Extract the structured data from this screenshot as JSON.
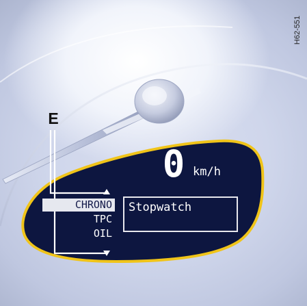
{
  "figure": {
    "reference_code": "H62-551",
    "callout_label": "E"
  },
  "speed": {
    "value": "0",
    "unit": "km/h"
  },
  "menu": {
    "items": [
      {
        "label": "CHRONO",
        "selected": true
      },
      {
        "label": "TPC",
        "selected": false
      },
      {
        "label": "OIL",
        "selected": false
      }
    ],
    "scroll_up_icon": "triangle-up-icon",
    "scroll_down_icon": "triangle-down-icon"
  },
  "function_panel": {
    "label": "Stopwatch"
  },
  "colors": {
    "display_background": "#0d1640",
    "display_border": "#f0c419",
    "bezel": "#c9d0e6",
    "text": "#ffffff",
    "selection_bar": "#e6e8ef",
    "callout_line": "#ffffff"
  }
}
